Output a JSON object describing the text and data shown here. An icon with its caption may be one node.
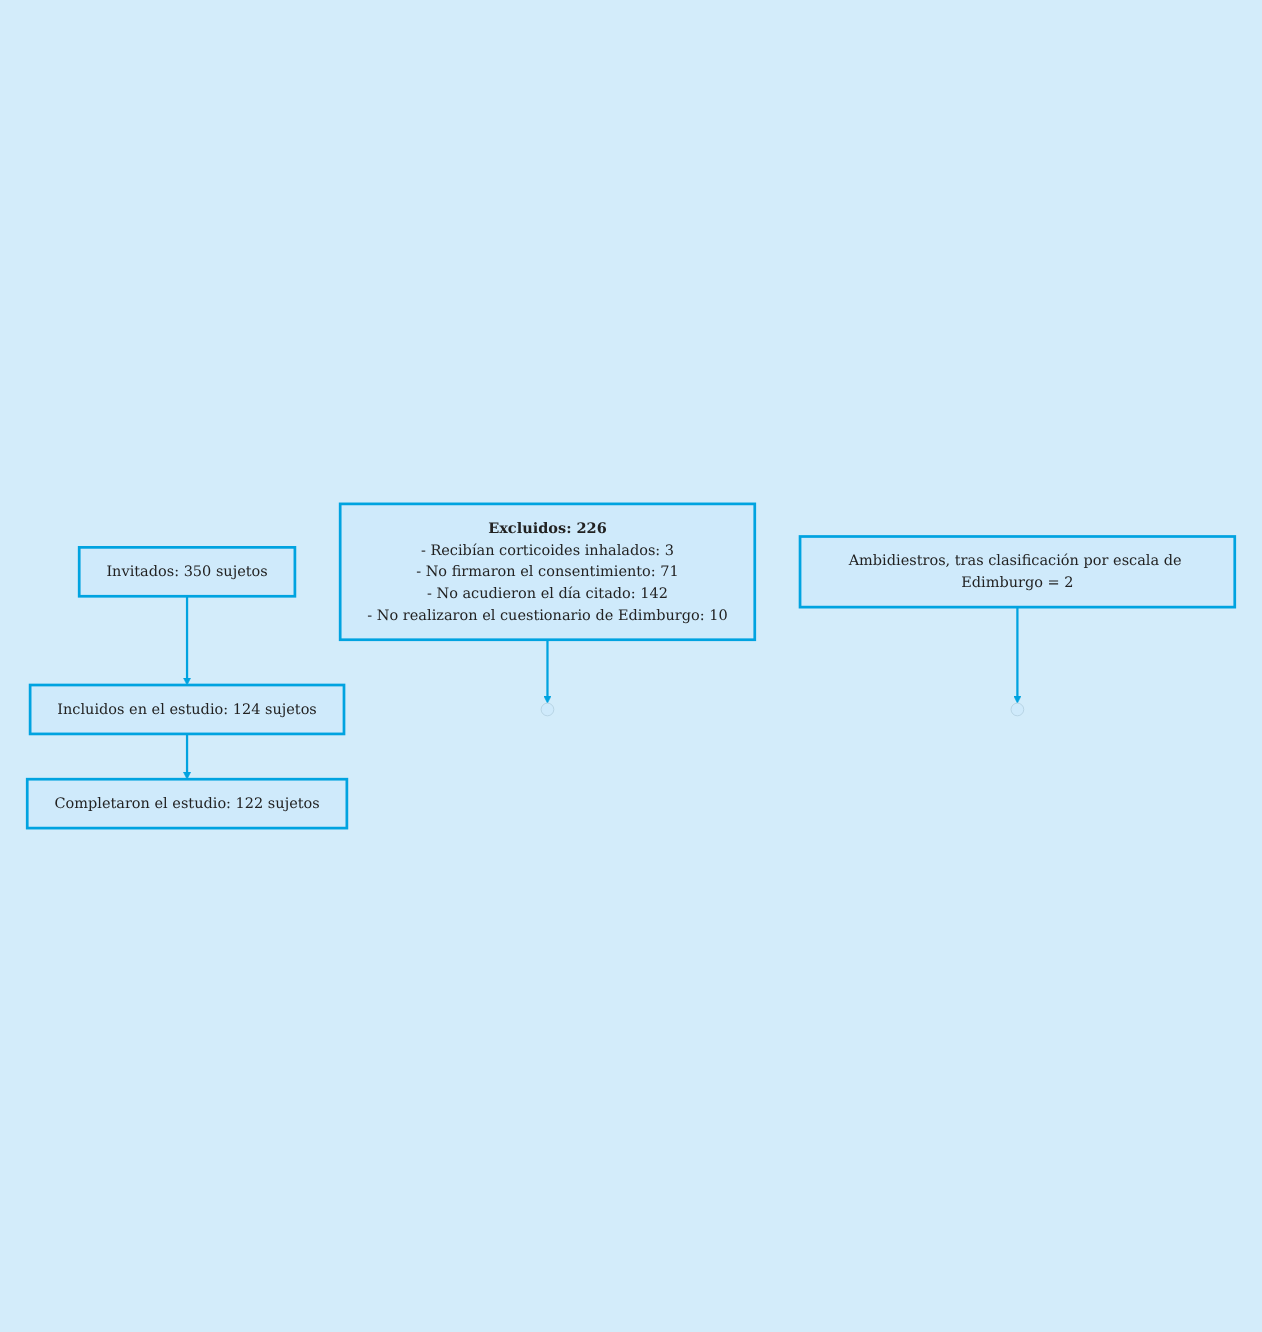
{
  "diagram": {
    "nodes": [
      {
        "text": [
          "Invitados: 350 sujetos"
        ]
      },
      {
        "text": [
          "Excluidos: 226",
          "- Recibían corticoides inhalados: 3",
          "- No firmaron el consentimiento: 71",
          "- No acudieron el día citado: 142",
          "- No realizaron el cuestionario de Edimburgo: 10"
        ]
      },
      {
        "text": [
          "Incluidos en el estudio: 124 sujetos"
        ]
      },
      {
        "text": [
          "Ambidiestros, tras clasificación por escala de Edimburgo = 2"
        ]
      },
      {
        "text": [
          "Completaron el estudio: 122 sujetos"
        ]
      }
    ],
    "edges": [
      {
        "from": 0,
        "to": 2,
        "arrow": "to"
      },
      {
        "from": 1,
        "to": null,
        "arrow": "to"
      },
      {
        "from": 2,
        "to": 4,
        "arrow": "to"
      },
      {
        "from": 3,
        "to": null,
        "arrow": "to"
      }
    ]
  }
}
